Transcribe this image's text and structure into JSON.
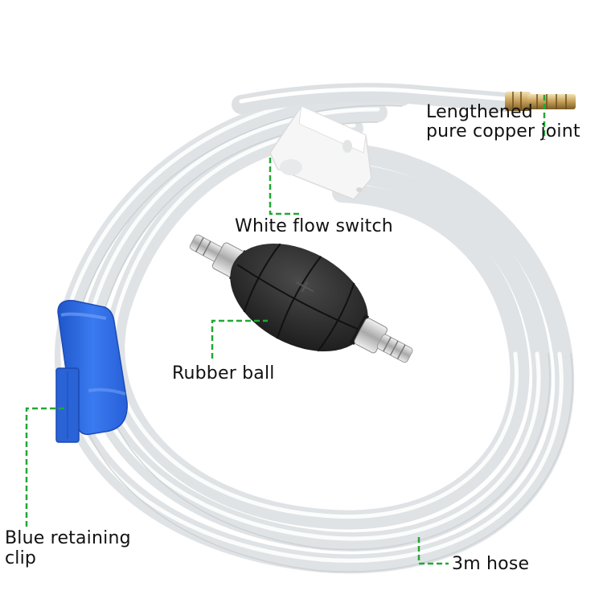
{
  "figure": {
    "type": "annotated product diagram",
    "subject": "Manual siphon pump kit with hose",
    "background": "#ffffff",
    "leader_line_color": "#22a833",
    "leader_line_style": "dashed"
  },
  "components": [
    {
      "id": "copper_joint",
      "label_line1": "Lengthened",
      "label_line2": "pure copper joint",
      "color": "#c9a45c"
    },
    {
      "id": "flow_switch",
      "label": "White flow switch",
      "color": "#f4f4f4"
    },
    {
      "id": "rubber_ball",
      "label": "Rubber ball",
      "color": "#2b2b2b"
    },
    {
      "id": "retaining_clip",
      "label_line1": "Blue retaining",
      "label_line2": "clip",
      "color": "#2f6fe0"
    },
    {
      "id": "hose",
      "label": "3m hose",
      "color": "#e9ecee"
    }
  ]
}
